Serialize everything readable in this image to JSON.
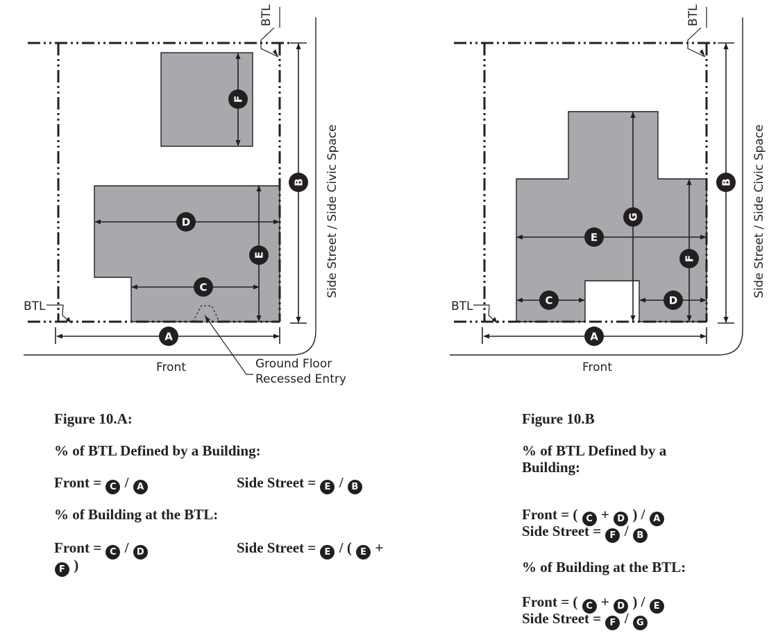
{
  "diagram_a": {
    "btl_top": "BTL",
    "btl_left": "BTL",
    "front": "Front",
    "side": "Side Street / Side Civic Space",
    "entry_line1": "Ground Floor",
    "entry_line2": "Recessed Entry",
    "letters": [
      "A",
      "B",
      "C",
      "D",
      "E",
      "F"
    ]
  },
  "diagram_b": {
    "btl_top": "BTL",
    "btl_left": "BTL",
    "front": "Front",
    "side": "Side Street / Side Civic Space",
    "letters": [
      "A",
      "B",
      "C",
      "D",
      "E",
      "F",
      "G"
    ]
  },
  "caption_a": {
    "title": "Figure 10.A:",
    "heading1": "% of BTL Defined by a Building:",
    "front_word": "Front =",
    "side_word": "Side Street =",
    "heading2": "% of Building at the BTL:",
    "slash": "/",
    "open_paren": "(",
    "close_paren": ")",
    "plus": "+"
  },
  "caption_b": {
    "title": "Figure 10.B",
    "heading1_line1": "% of BTL Defined by a",
    "heading1_line2": "Building:",
    "front_word": "Front =",
    "side_word": "Side Street =",
    "heading2": "% of Building at the BTL:",
    "slash": "/",
    "open_paren": "(",
    "close_paren": ")",
    "plus": "+"
  },
  "colors": {
    "building": "#a7a9ac",
    "ink": "#231f20",
    "paper": "#ffffff"
  }
}
